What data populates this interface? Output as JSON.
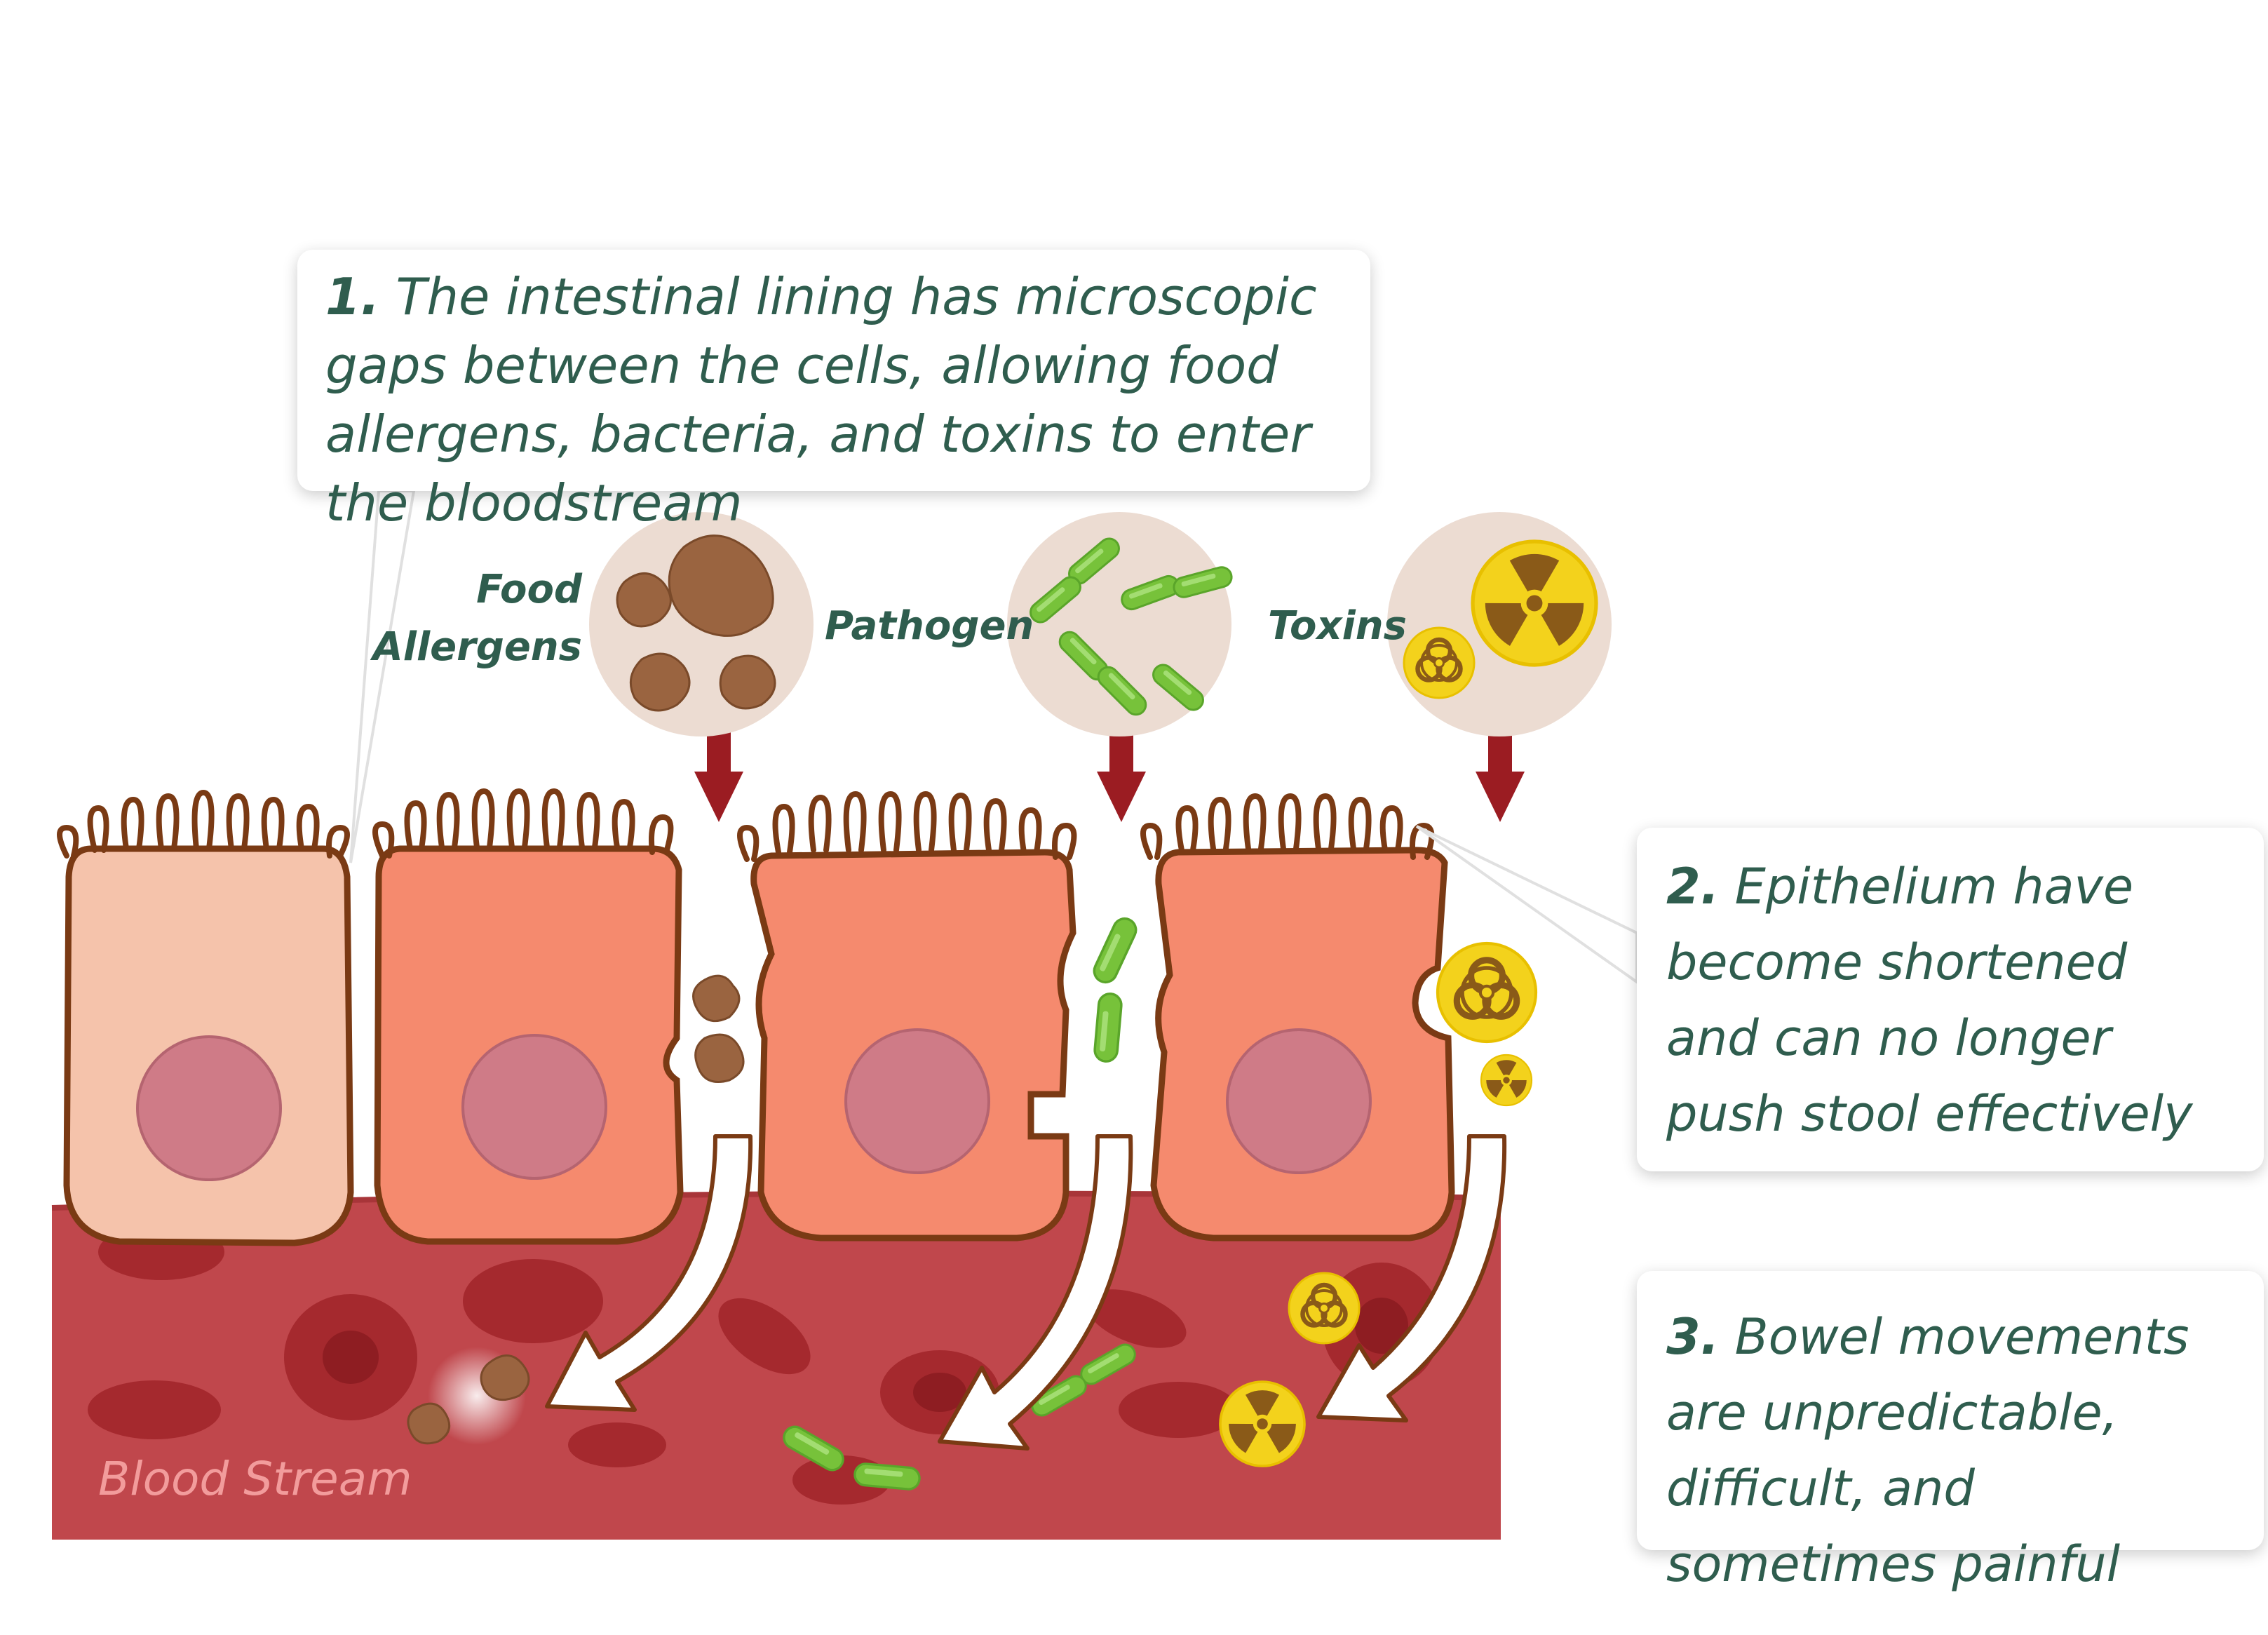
{
  "callouts": {
    "gaps": {
      "number": "1.",
      "text": "The intestinal lining has microscopic gaps between the cells, allowing food allergens, bacteria, and toxins to enter the bloodstream"
    },
    "epithelium": {
      "number": "2.",
      "text": "Epithelium have become shortened and can no longer push stool effectively"
    },
    "bowel": {
      "number": "3.",
      "text": "Bowel movements are unpredictable, difficult, and sometimes painful"
    }
  },
  "labels": {
    "food_allergens": "Food Allergens",
    "pathogen": "Pathogen",
    "toxins": "Toxins",
    "blood_stream": "Blood Stream"
  },
  "colors": {
    "text_green": "#2f5d4e",
    "cell_light": "#f5c3ab",
    "cell": "#f58a6e",
    "cell_outline": "#7a3a14",
    "nucleus": "#cf7b87",
    "blood": "#c0474c",
    "rbc": "#9e1f24",
    "arrow_red": "#9b1c22",
    "allergen_brown": "#9a6440",
    "pathogen_green": "#77c23a",
    "toxin_yellow": "#f3d21c"
  },
  "icons": [
    "food-allergen-icon",
    "pathogen-bacteria-icon",
    "radiation-icon",
    "biohazard-icon"
  ]
}
